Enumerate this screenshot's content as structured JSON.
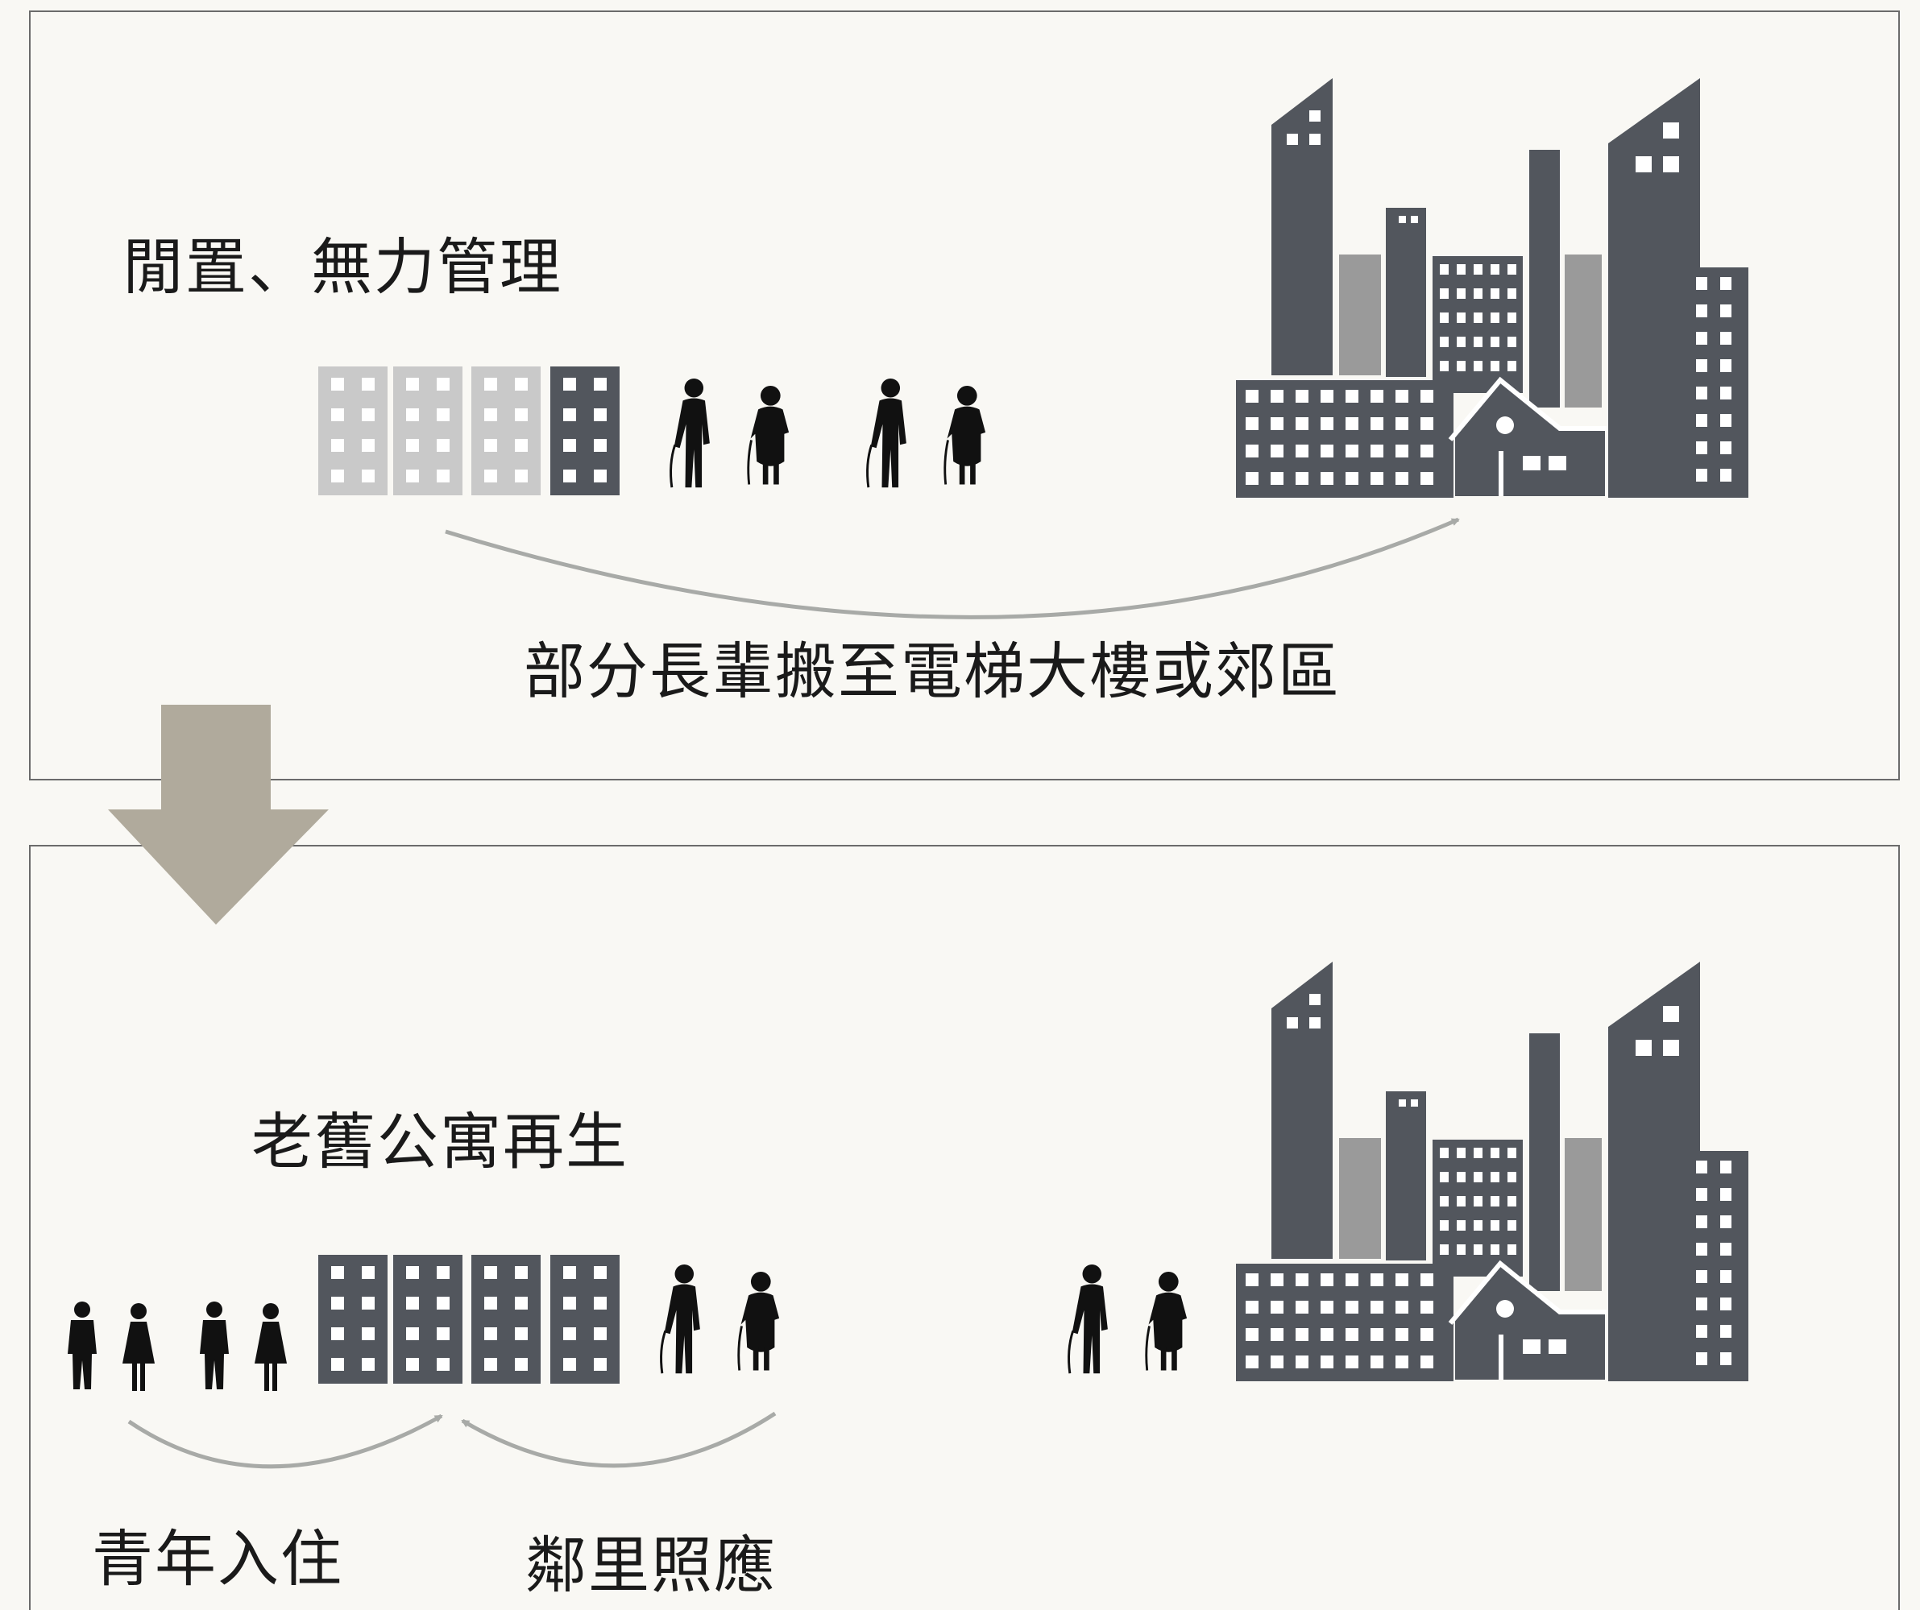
{
  "panel_top": {
    "title": "閒置、無力管理",
    "caption": "部分長輩搬至電梯大樓或郊區"
  },
  "panel_bottom": {
    "title": "老舊公寓再生",
    "label_left": "青年入住",
    "label_right": "鄰里照應"
  },
  "colors": {
    "background": "#f9f8f4",
    "building_dark": "#52565d",
    "building_light": "#c9c9c9",
    "building_mid": "#9a9a9a",
    "down_arrow": "#b0aa9c",
    "curve": "#a8aaa7",
    "frame": "#6b6b6b",
    "person": "#111111"
  }
}
